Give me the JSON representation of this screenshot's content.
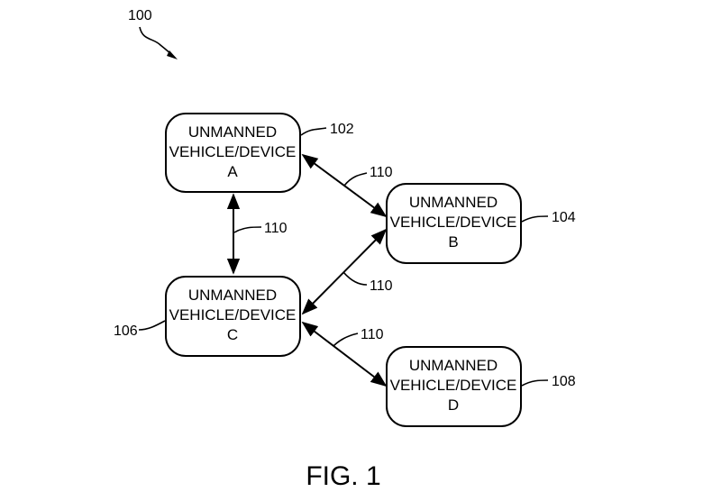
{
  "figure_ref": "100",
  "caption": "FIG. 1",
  "nodes": [
    {
      "id": "A",
      "line1": "UNMANNED",
      "line2": "VEHICLE/DEVICE",
      "letter": "A",
      "ref": "102"
    },
    {
      "id": "B",
      "line1": "UNMANNED",
      "line2": "VEHICLE/DEVICE",
      "letter": "B",
      "ref": "104"
    },
    {
      "id": "C",
      "line1": "UNMANNED",
      "line2": "VEHICLE/DEVICE",
      "letter": "C",
      "ref": "106"
    },
    {
      "id": "D",
      "line1": "UNMANNED",
      "line2": "VEHICLE/DEVICE",
      "letter": "D",
      "ref": "108"
    }
  ],
  "links": [
    {
      "from": "A",
      "to": "C",
      "ref": "110"
    },
    {
      "from": "A",
      "to": "B",
      "ref": "110"
    },
    {
      "from": "B",
      "to": "C",
      "ref": "110"
    },
    {
      "from": "C",
      "to": "D",
      "ref": "110"
    }
  ]
}
